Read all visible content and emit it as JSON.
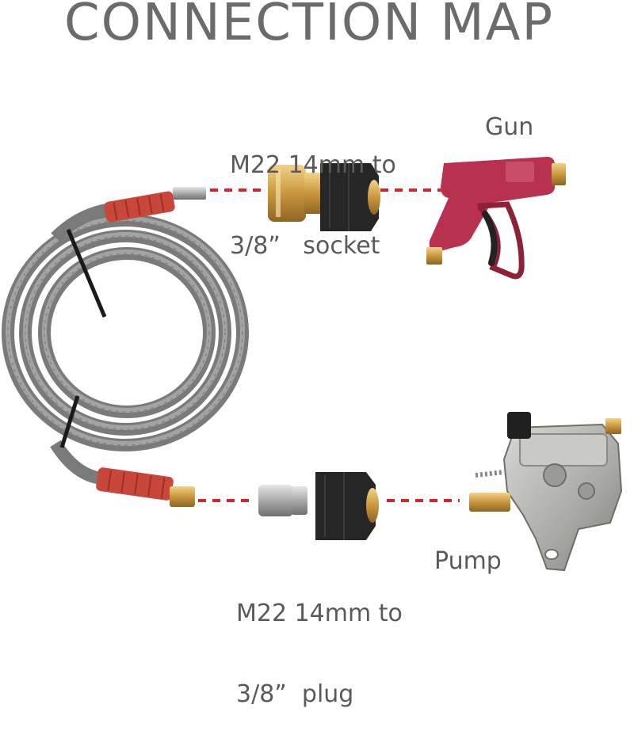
{
  "title": "CONNECTION MAP",
  "labels": {
    "socket_line1": "M22 14mm to",
    "socket_line2": "3/8”   socket",
    "gun": "Gun",
    "plug_line1": "M22 14mm to",
    "plug_line2": "3/8”  plug",
    "pump": "Pump"
  },
  "colors": {
    "title": "#6b6b6b",
    "label": "#5a5a5a",
    "dash": "#d0282e",
    "hose": "#8a8a8a",
    "sleeve": "#c8463a",
    "brass": "#d9a94a",
    "gun_body": "#b8314e",
    "pump_body": "#b7b7b4"
  }
}
